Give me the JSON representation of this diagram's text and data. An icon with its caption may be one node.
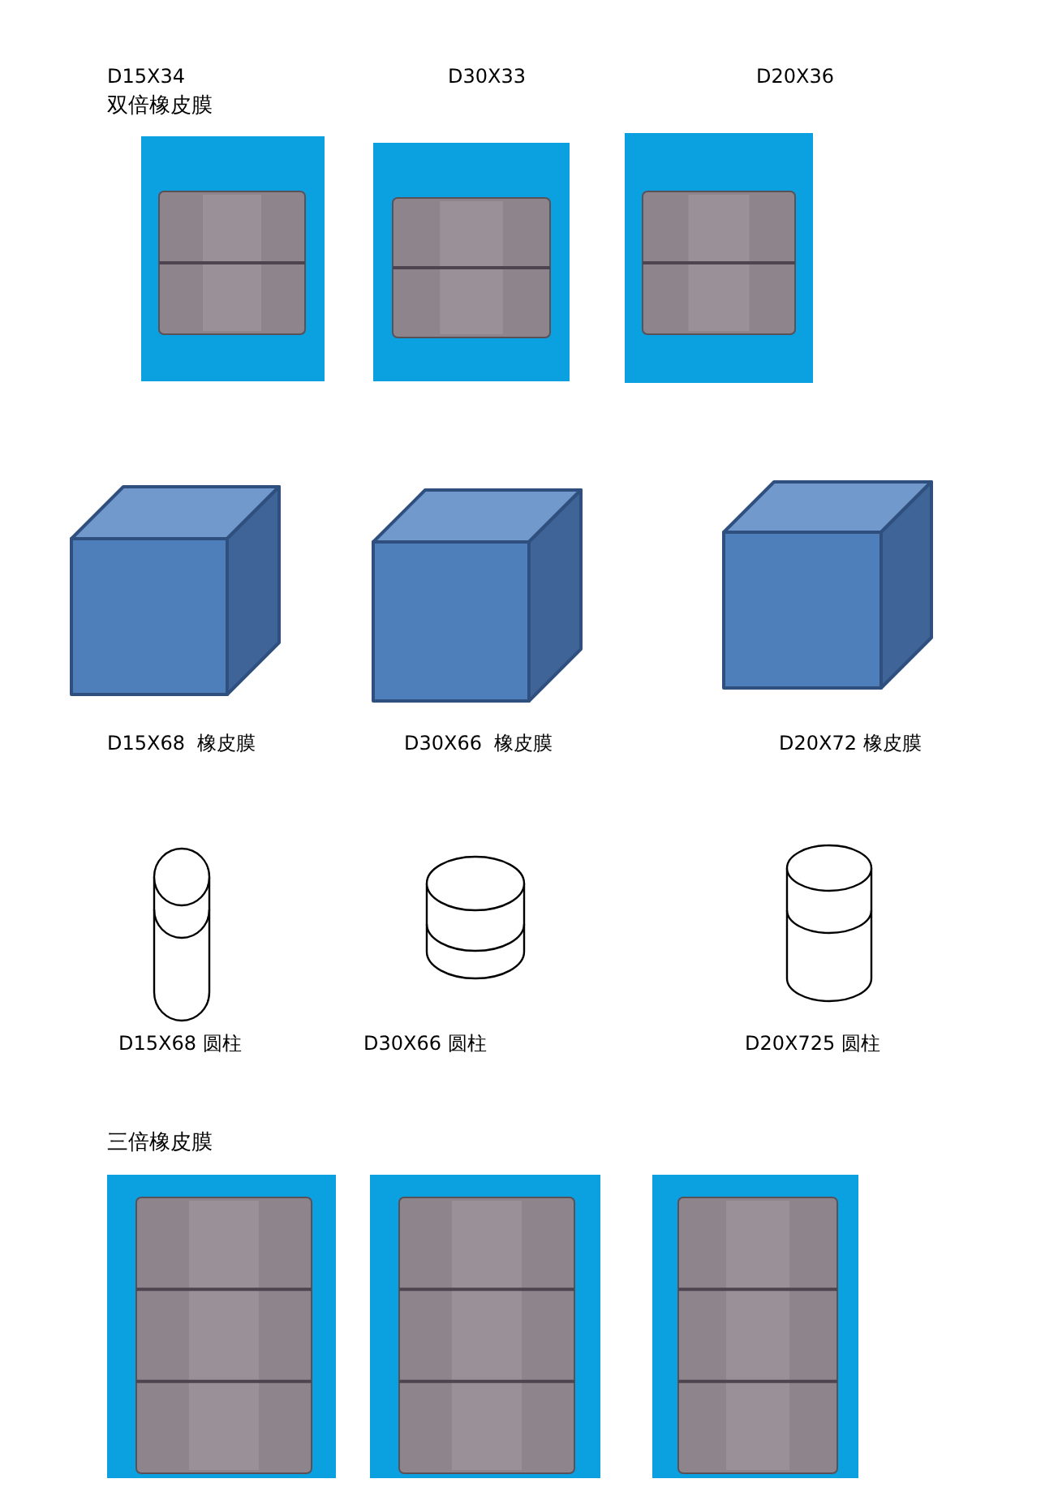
{
  "diagram": {
    "nodes": [
      {
        "text": [],
        "shape": "picture",
        "beside": [
          "D15X34"
        ]
      },
      {
        "text": [],
        "shape": "picture",
        "beside": [
          "D30X33"
        ]
      },
      {
        "text": [],
        "shape": "picture",
        "beside": [
          "D20X36"
        ]
      },
      {
        "text": [],
        "shape": "box",
        "beside": [
          "D15X68  橡皮膜"
        ]
      },
      {
        "text": [],
        "shape": "box",
        "beside": [
          "D30X66  橡皮膜"
        ]
      },
      {
        "text": [],
        "shape": "box",
        "beside": [
          "D20X72 橡皮膜"
        ]
      },
      {
        "text": [],
        "shape": "cylinder",
        "beside": [
          "D15X68 圆柱"
        ]
      },
      {
        "text": [],
        "shape": "cylinder",
        "beside": [
          "D30X66 圆柱"
        ]
      },
      {
        "text": [],
        "shape": "cylinder",
        "beside": [
          "D20X725 圆柱"
        ]
      },
      {
        "text": [],
        "shape": "picture"
      },
      {
        "text": [],
        "shape": "picture"
      },
      {
        "text": [],
        "shape": "picture"
      }
    ],
    "labels": [
      "双倍橡皮膜",
      "三倍橡皮膜"
    ]
  }
}
